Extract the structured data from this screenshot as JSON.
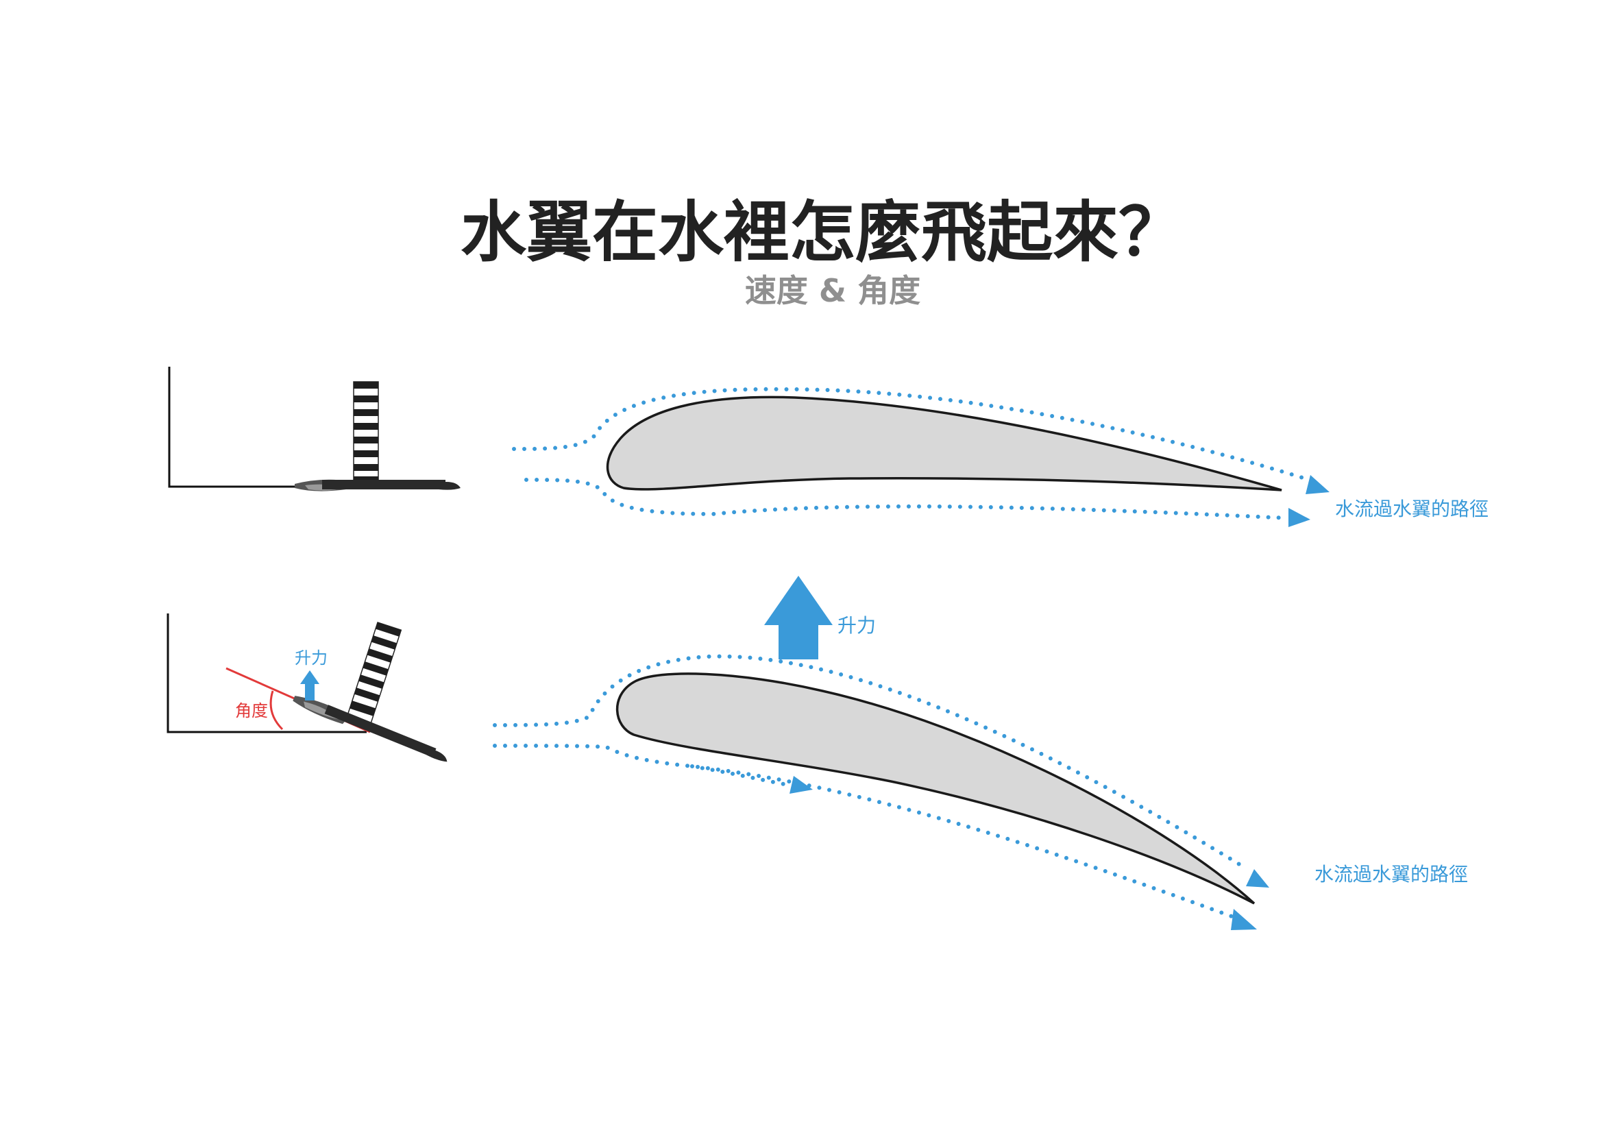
{
  "title": "水翼在水裡怎麼飛起來？",
  "subtitle": "速度 & 角度",
  "labels": {
    "flow_path_top": "水流過水翼的路徑",
    "flow_path_bottom": "水流過水翼的路徑",
    "lift_main": "升力",
    "lift_small": "升力",
    "angle": "角度"
  },
  "colors": {
    "flow": "#3a9ad9",
    "lift_arrow": "#3a9ad9",
    "angle_line": "#e23a3a",
    "foil_fill": "#d8d8d8",
    "foil_stroke": "#1a1a1a",
    "label_blue": "#3a9ad9",
    "label_red": "#e23a3a"
  }
}
